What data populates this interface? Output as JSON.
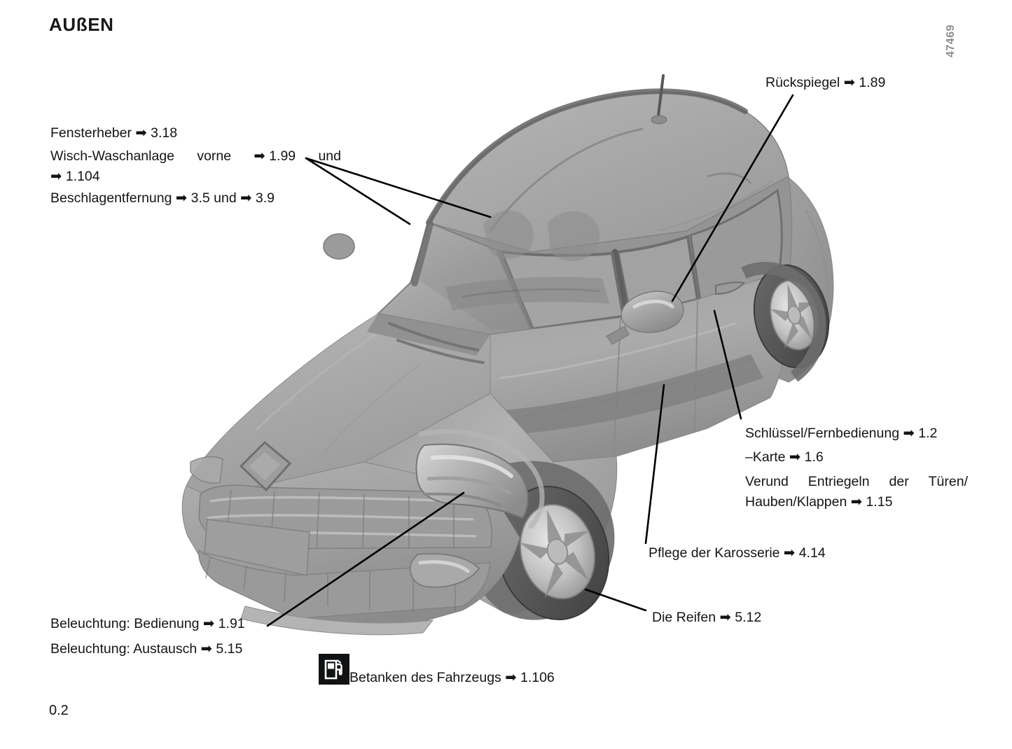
{
  "document": {
    "title": "AUßEN",
    "page_number": "0.2",
    "figure_code": "47469"
  },
  "arrow_glyph": "➡",
  "callouts": [
    {
      "id": "fensterheber",
      "text": "Fensterheber ➡ 3.18"
    },
    {
      "id": "wisch_line1_a",
      "text": "Wisch-Waschanlage"
    },
    {
      "id": "wisch_line1_b",
      "text": "vorne"
    },
    {
      "id": "wisch_line1_c",
      "text": "➡ 1.99"
    },
    {
      "id": "wisch_line1_d",
      "text": "und"
    },
    {
      "id": "wisch_line2",
      "text": "➡ 1.104"
    },
    {
      "id": "beschlagentfernung",
      "text": "Beschlagentfernung ➡ 3.5 und ➡ 3.9"
    },
    {
      "id": "rueckspiegel",
      "text": "Rückspiegel ➡ 1.89"
    },
    {
      "id": "schluessel",
      "text": "Schlüssel/Fernbedienung ➡ 1.2"
    },
    {
      "id": "karte",
      "text": "–Karte ➡ 1.6"
    },
    {
      "id": "verund_a",
      "text": "Verund"
    },
    {
      "id": "verund_b",
      "text": "Entriegeln"
    },
    {
      "id": "verund_c",
      "text": "der"
    },
    {
      "id": "verund_d",
      "text": "Türen/"
    },
    {
      "id": "verund_line2",
      "text": "Hauben/Klappen ➡ 1.15"
    },
    {
      "id": "pflege",
      "text": "Pflege der Karosserie ➡ 4.14"
    },
    {
      "id": "reifen",
      "text": "Die Reifen ➡ 5.12"
    },
    {
      "id": "beleuchtung_bedienung",
      "text": "Beleuchtung: Bedienung ➡ 1.91"
    },
    {
      "id": "beleuchtung_austausch",
      "text": "Beleuchtung: Austausch ➡ 5.15"
    },
    {
      "id": "betanken",
      "text": "Betanken des Fahrzeugs ➡ 1.106"
    }
  ],
  "icons": {
    "fuel_pump": "fuel-pump-icon"
  },
  "colors": {
    "text": "#141414",
    "figure_code": "#8d8d8d",
    "icon_background": "#111214",
    "icon_glyph": "#ffffff",
    "body_light": "#c6c6c6",
    "body_mid": "#a8a8a8",
    "body_dark": "#8a8a8a",
    "glass": "#9c9c9c",
    "tire": "#595959",
    "leader_line": "#000000"
  }
}
